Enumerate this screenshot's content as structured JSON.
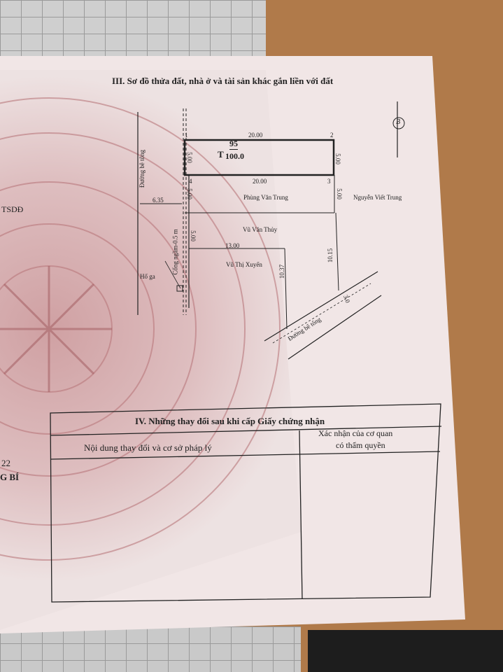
{
  "section3_title": "III. Sơ đồ thửa đất, nhà ở và tài sản khác gắn liền với đất",
  "plot": {
    "label_prefix": "T",
    "parcel_number": "95",
    "area": "100.0",
    "corners": [
      "1",
      "2",
      "3",
      "4"
    ],
    "top_length": "20.00",
    "bottom_length": "20.00",
    "left_width": "5.00",
    "right_width": "5.00"
  },
  "neighbors": {
    "south_1": "Phùng Văn Trung",
    "east": "Nguyễn Viết Trung",
    "south_2": "Vũ Văn Thủy",
    "south_3": "Vũ Thị Xuyến"
  },
  "dimensions": {
    "road_width": "6.35",
    "d1": "5.00",
    "d2": "5.00",
    "d3": "5.00",
    "d4": "13.00",
    "d5": "10.37",
    "d6": "10.15",
    "d7": "3.0"
  },
  "roads": {
    "west_road": "Đường bê tông",
    "south_road": "Đường bê tông",
    "culvert": "Cống ngầm-0.5 m",
    "manhole": "Hố ga"
  },
  "north_symbol": "B",
  "section4": {
    "title": "IV. Những thay đổi sau khi cấp Giấy chứng nhận",
    "col1": "Nội dung thay đổi và cơ sở pháp lý",
    "col2_line1": "Xác nhận của cơ quan",
    "col2_line2": "có thẩm quyền"
  },
  "left_page_fragments": [
    "TSDĐ",
    "22",
    "G BÍ"
  ],
  "colors": {
    "paper": "#f1e6e6",
    "pattern": "#c99a9c",
    "ink": "#222222",
    "wood": "#b07a4a"
  }
}
